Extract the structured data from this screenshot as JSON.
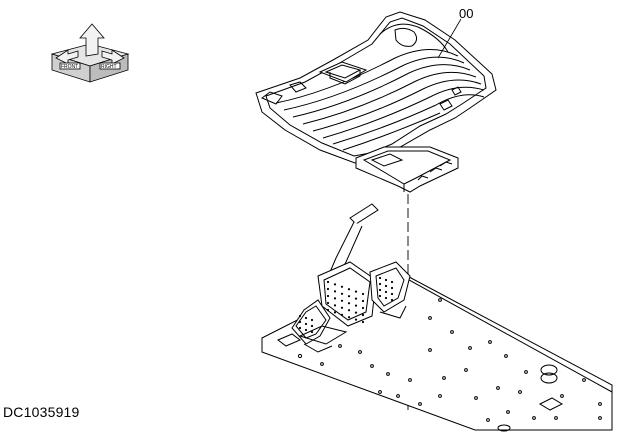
{
  "callout": {
    "part_number": "00"
  },
  "document": {
    "code": "DC1035919"
  },
  "orientation_icon": {
    "front_label": "FRONT",
    "right_label": "RIGHT",
    "icon": "orientation-arrow-icon"
  },
  "colors": {
    "line": "#000000",
    "background": "#ffffff"
  }
}
